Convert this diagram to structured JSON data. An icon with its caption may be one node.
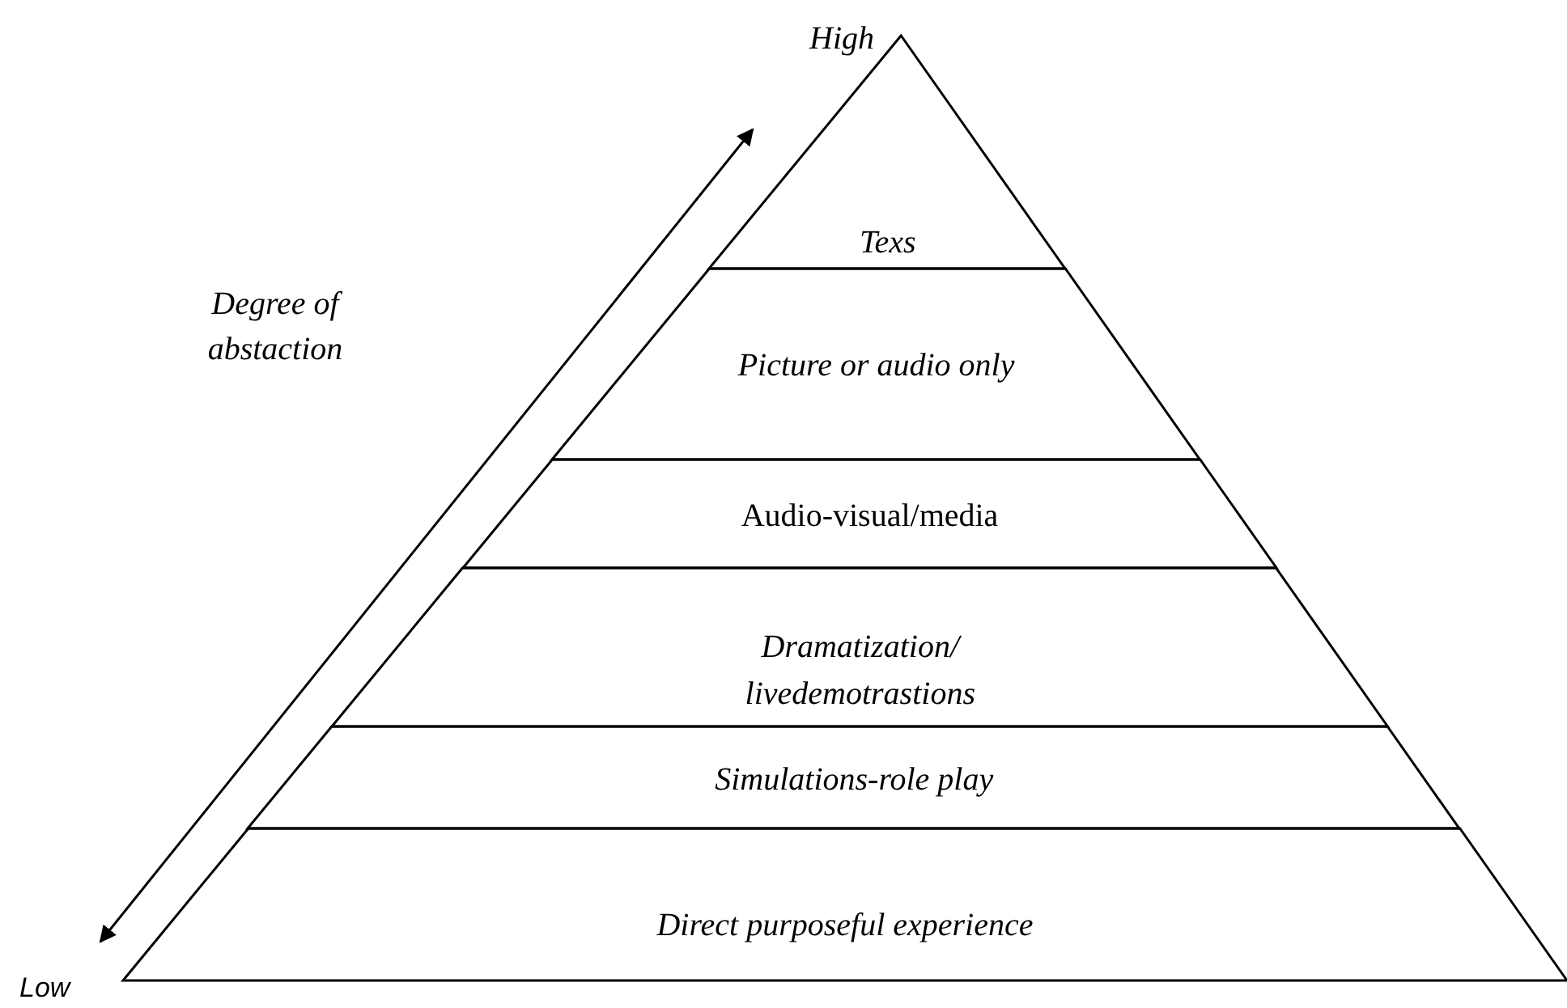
{
  "diagram": {
    "nodes": [
      {
        "text": [
          "Texs"
        ]
      },
      {
        "text": [
          "Picture or audio only"
        ]
      },
      {
        "text": [
          "Audio-visual/media"
        ]
      },
      {
        "text": [
          "Dramatization/ livedemotrastions"
        ]
      },
      {
        "text": [
          "Simulations-role play"
        ]
      },
      {
        "text": [
          "Direct purposeful experience"
        ]
      }
    ],
    "labels": [
      "High",
      "Degree of abstaction",
      "Low"
    ]
  }
}
